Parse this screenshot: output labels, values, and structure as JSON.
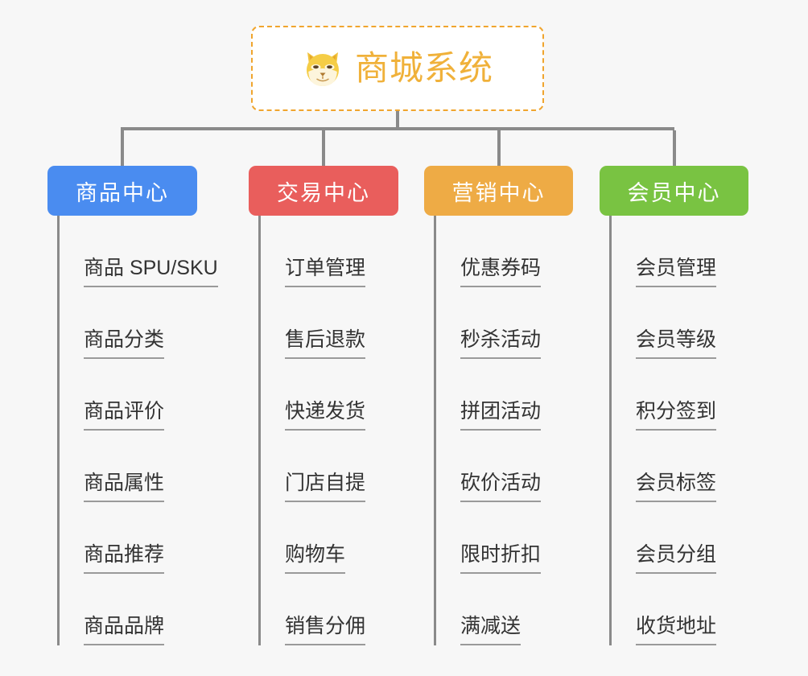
{
  "page": {
    "background_color": "#f7f7f7",
    "line_color": "#8a8a8a"
  },
  "root": {
    "title": "商城系统",
    "icon": "shiba-dog-icon",
    "border_color": "#f0a52e",
    "title_color": "#f0b13a"
  },
  "categories": [
    {
      "label": "商品中心",
      "color": "#4a8cf0",
      "items": [
        "商品 SPU/SKU",
        "商品分类",
        "商品评价",
        "商品属性",
        "商品推荐",
        "商品品牌"
      ]
    },
    {
      "label": "交易中心",
      "color": "#e95e5c",
      "items": [
        "订单管理",
        "售后退款",
        "快递发货",
        "门店自提",
        "购物车",
        "销售分佣"
      ]
    },
    {
      "label": "营销中心",
      "color": "#eeab45",
      "items": [
        "优惠券码",
        "秒杀活动",
        "拼团活动",
        "砍价活动",
        "限时折扣",
        "满减送"
      ]
    },
    {
      "label": "会员中心",
      "color": "#79c342",
      "items": [
        "会员管理",
        "会员等级",
        "积分签到",
        "会员标签",
        "会员分组",
        "收货地址"
      ]
    }
  ]
}
